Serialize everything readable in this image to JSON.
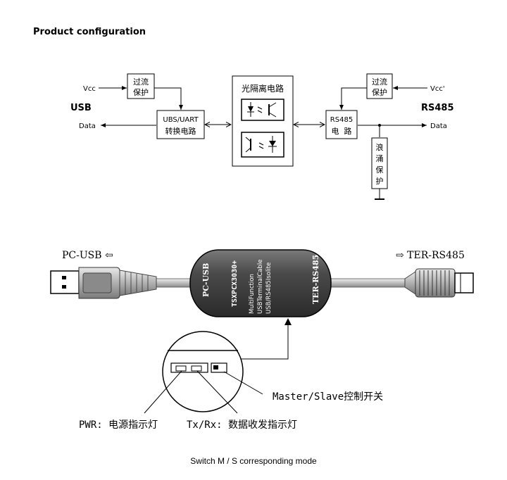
{
  "title": "Product configuration",
  "caption": "Switch M / S corresponding mode",
  "block_diagram": {
    "usb_label": "USB",
    "rs485_label": "RS485",
    "vcc_left": "Vcc",
    "vcc_right": "Vcc'",
    "data_left": "Data",
    "data_right": "Data",
    "overcurrent_left": [
      "过流",
      "保护"
    ],
    "overcurrent_right": [
      "过流",
      "保护"
    ],
    "converter": [
      "UBS/UART",
      "转换电路"
    ],
    "isolation": "光隔离电路",
    "rs485_circuit": [
      "RS485",
      "电  路"
    ],
    "surge": [
      "浪",
      "涌",
      "保",
      "护"
    ]
  },
  "cable": {
    "pc_usb_label": "PC-USB ⇦",
    "ter_label": "⇨ TER-RS485",
    "body_left": "PC-USB",
    "body_model": "TSXPCX3030+",
    "body_text": [
      "MultiFunction",
      "USBTerminalCable",
      "USB/RS485Isolite"
    ],
    "body_right": "TER-RS485"
  },
  "callouts": {
    "master_slave": "Master/Slave控制开关",
    "pwr": "PWR: 电源指示灯",
    "txrx": "Tx/Rx: 数据收发指示灯"
  }
}
